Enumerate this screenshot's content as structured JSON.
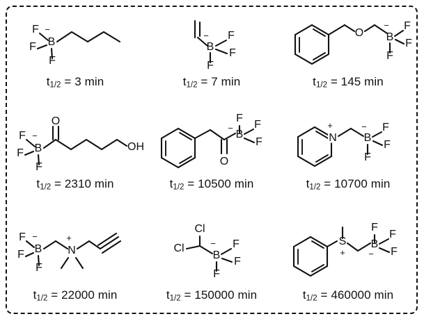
{
  "figure": {
    "border_style": "dashed",
    "border_color": "#111111",
    "background": "#ffffff",
    "columns": 3,
    "rows": 3
  },
  "label_prefix": "t",
  "label_subscript": "1/2",
  "label_equals": "=",
  "label_unit": "min",
  "compounds": [
    {
      "id": "butyl-trifluoroborate",
      "name": "n-butyltrifluoroborate",
      "half_life_value": "3",
      "label": "t1/2 = 3 min",
      "label_value_text": "= 3 min",
      "atoms": [
        "F",
        "F",
        "F",
        "B"
      ],
      "charge": "−"
    },
    {
      "id": "vinyl-trifluoroborate",
      "name": "vinyltrifluoroborate",
      "half_life_value": "7",
      "label": "t1/2 = 7 min",
      "label_value_text": "= 7 min",
      "atoms": [
        "F",
        "F",
        "F",
        "B"
      ],
      "charge": "−"
    },
    {
      "id": "benzyloxymethyl-trifluoroborate",
      "name": "benzyloxymethyltrifluoroborate",
      "half_life_value": "145",
      "label": "t1/2 = 145 min",
      "label_value_text": "= 145 min",
      "atoms": [
        "O",
        "F",
        "F",
        "F",
        "B"
      ],
      "charge": "−"
    },
    {
      "id": "hydroxypentanoyl-trifluoroborate",
      "name": "5-hydroxypentanoyl trifluoroborate",
      "half_life_value": "2310",
      "label": "t1/2 = 2310 min",
      "label_value_text": "= 2310 min",
      "atoms": [
        "O",
        "OH",
        "F",
        "F",
        "F",
        "B"
      ],
      "charge": "−"
    },
    {
      "id": "phenylacetyl-trifluoroborate",
      "name": "phenylacetyl trifluoroborate",
      "half_life_value": "10500",
      "label": "t1/2 = 10500 min",
      "label_value_text": "= 10500 min",
      "atoms": [
        "O",
        "F",
        "F",
        "F",
        "B"
      ],
      "charge": "−"
    },
    {
      "id": "pyridinium-methyl-trifluoroborate",
      "name": "pyridiniomethyltrifluoroborate",
      "half_life_value": "10700",
      "label": "t1/2 = 10700 min",
      "label_value_text": "= 10700 min",
      "atoms": [
        "N",
        "F",
        "F",
        "F",
        "B"
      ],
      "charge": "+ and −"
    },
    {
      "id": "propargyl-ammonium-methyl-trifluoroborate",
      "name": "N,N-dimethyl-N-propargyl ammoniomethyltrifluoroborate",
      "half_life_value": "22000",
      "label": "t1/2 = 22000 min",
      "label_value_text": "= 22000 min",
      "atoms": [
        "N",
        "F",
        "F",
        "F",
        "B"
      ],
      "charge": "+ and −"
    },
    {
      "id": "dichloromethyl-trifluoroborate",
      "name": "dichloromethyltrifluoroborate",
      "half_life_value": "150000",
      "label": "t1/2 = 150000 min",
      "label_value_text": "= 150000 min",
      "atoms": [
        "Cl",
        "Cl",
        "F",
        "F",
        "F",
        "B"
      ],
      "charge": "−"
    },
    {
      "id": "phenylmethylsulfonium-methyl-trifluoroborate",
      "name": "methyl(phenyl)sulfoniomethyltrifluoroborate",
      "half_life_value": "460000",
      "label": "t1/2 = 460000 min",
      "label_value_text": "= 460000 min",
      "atoms": [
        "S",
        "F",
        "F",
        "F",
        "B"
      ],
      "charge": "+ and −"
    }
  ]
}
